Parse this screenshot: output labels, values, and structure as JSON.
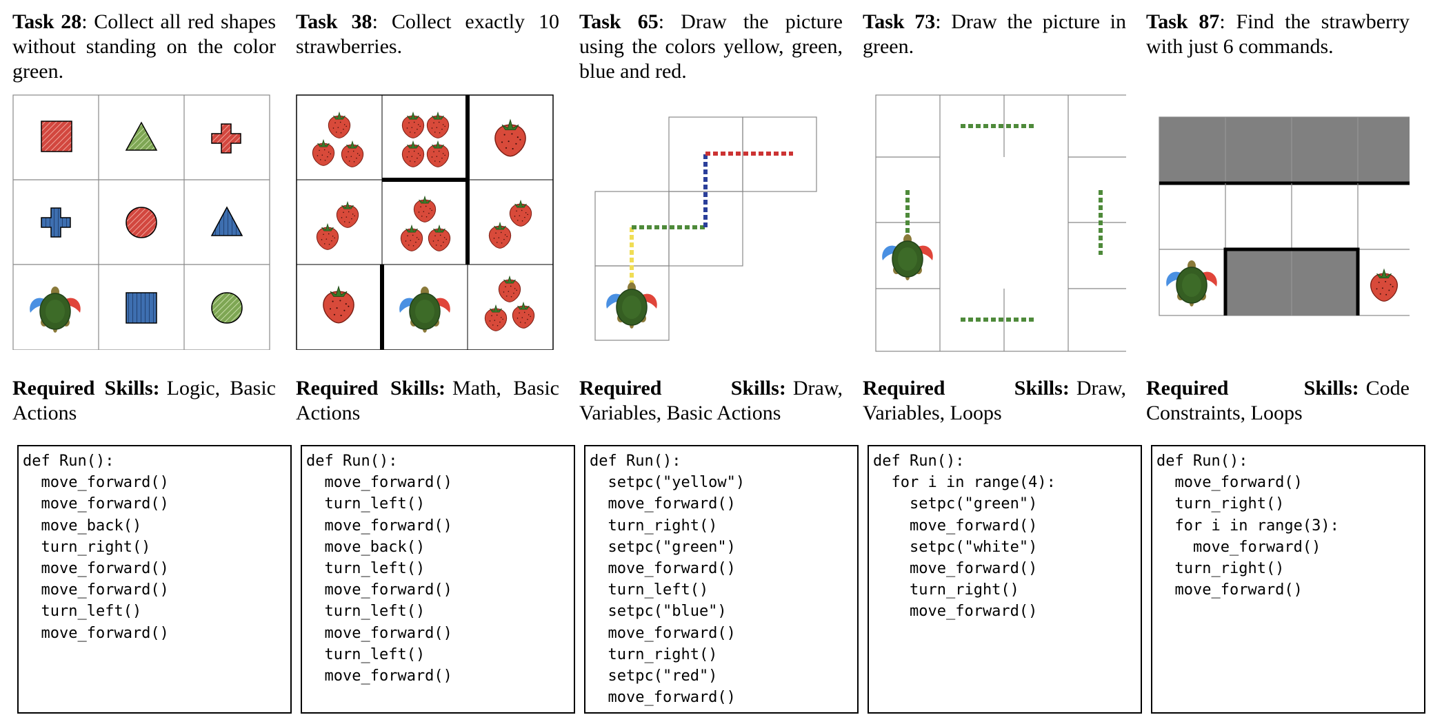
{
  "tasks": [
    {
      "task_label": "Task 28",
      "description": ": Collect all red shapes without standing on the color green.",
      "skills_label": "Required Skills:",
      "skills": "Logic, Basic Actions",
      "code": [
        "def Run():",
        "  move_forward()",
        "  move_forward()",
        "  move_back()",
        "  turn_right()",
        "  move_forward()",
        "  move_forward()",
        "  turn_left()",
        "  move_forward()"
      ]
    },
    {
      "task_label": "Task 38",
      "description": ": Collect exactly 10 strawberries.",
      "skills_label": "Required Skills:",
      "skills": "Math, Basic Actions",
      "code": [
        "def Run():",
        "  move_forward()",
        "  turn_left()",
        "  move_forward()",
        "  move_back()",
        "  turn_left()",
        "  move_forward()",
        "  turn_left()",
        "  move_forward()",
        "  turn_left()",
        "  move_forward()"
      ]
    },
    {
      "task_label": "Task 65",
      "description": ": Draw the picture using the colors yellow, green, blue and red.",
      "skills_label": "Required Skills:",
      "skills": "Draw, Variables, Basic Actions",
      "code": [
        "def Run():",
        "  setpc(\"yellow\")",
        "  move_forward()",
        "  turn_right()",
        "  setpc(\"green\")",
        "  move_forward()",
        "  turn_left()",
        "  setpc(\"blue\")",
        "  move_forward()",
        "  turn_right()",
        "  setpc(\"red\")",
        "  move_forward()"
      ]
    },
    {
      "task_label": "Task 73",
      "description": ": Draw the picture in green.",
      "skills_label": "Required Skills:",
      "skills": "Draw, Variables, Loops",
      "code": [
        "def Run():",
        "  for i in range(4):",
        "    setpc(\"green\")",
        "    move_forward()",
        "    setpc(\"white\")",
        "    move_forward()",
        "    turn_right()",
        "    move_forward()"
      ]
    },
    {
      "task_label": "Task 87",
      "description": ": Find the strawberry with just 6 commands.",
      "skills_label": "Required Skills:",
      "skills": "Code Constraints, Loops",
      "code": [
        "def Run():",
        "  move_forward()",
        "  turn_right()",
        "  for i in range(3):",
        "    move_forward()",
        "  turn_right()",
        "  move_forward()"
      ]
    }
  ],
  "icons": {
    "turtle": "turtle-icon",
    "strawberry": "strawberry-icon",
    "shapes": [
      "red-square",
      "green-triangle",
      "red-cross",
      "blue-cross",
      "red-circle",
      "blue-triangle",
      "blue-square",
      "green-circle"
    ]
  },
  "colors": {
    "red": "#d2473f",
    "green": "#6a9a42",
    "blue": "#3e6fb0",
    "yellow": "#f0dd55",
    "wall": "#808080",
    "pen_green": "#4e8a3a",
    "pen_blue": "#2b3f9a",
    "pen_red": "#cc3333"
  }
}
